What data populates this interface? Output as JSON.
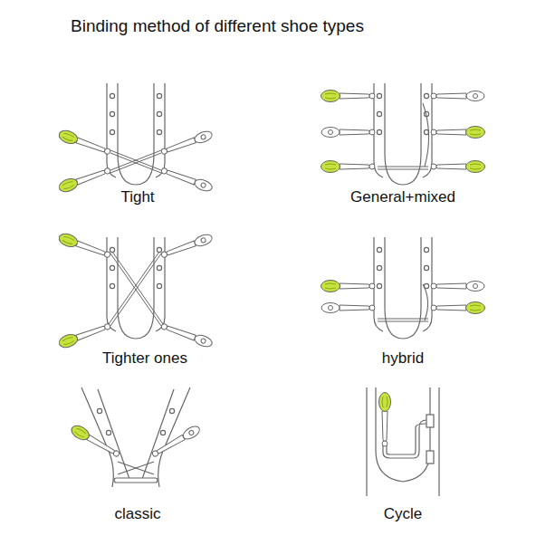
{
  "diagram": {
    "title": "Binding method of different shoe types",
    "labels": [
      "Tight",
      "General+mixed",
      "Tighter ones",
      "hybrid",
      "classic",
      "Cycle"
    ]
  }
}
